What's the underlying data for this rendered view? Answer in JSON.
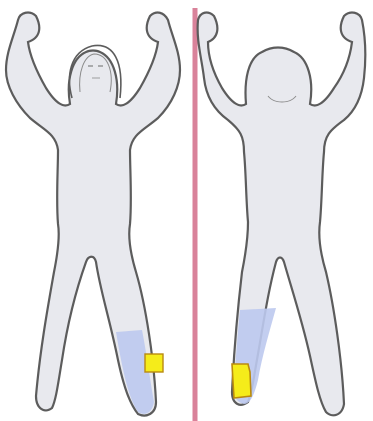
{
  "colors": {
    "background": "#ffffff",
    "figure_fill": "#e8e9ee",
    "figure_outline": "#5c5c5c",
    "figure_inner_line": "#8a8a8a",
    "divider": "#d9829a",
    "alert_zone": "#bcc9ee",
    "alert_marker_fill": "#f5ec1a",
    "alert_marker_stroke": "#b98a10"
  },
  "views": [
    {
      "name": "front",
      "has_face": true,
      "alert": {
        "region": "right-lower-leg",
        "marker": "square"
      }
    },
    {
      "name": "back",
      "has_face": false,
      "alert": {
        "region": "left-lower-leg",
        "marker": "rectangle"
      }
    }
  ]
}
